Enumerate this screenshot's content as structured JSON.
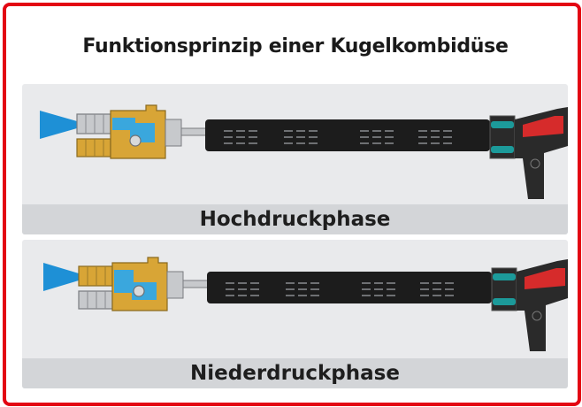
{
  "title": "Funktionsprinzip einer Kugelkombidüse",
  "panels": [
    {
      "phase_label": "Hochdruckphase",
      "active_nozzle": "high-pressure"
    },
    {
      "phase_label": "Niederdruckphase",
      "active_nozzle": "low-pressure"
    }
  ],
  "colors": {
    "frame": "#e30613",
    "spray": "#1e90d6",
    "fluid": "#3aa7dd",
    "brass": "#d8a536",
    "steel": "#c7c9cc",
    "lance": "#1c1c1c",
    "collar": "#1c9a9a",
    "trigger": "#d62b2b"
  }
}
